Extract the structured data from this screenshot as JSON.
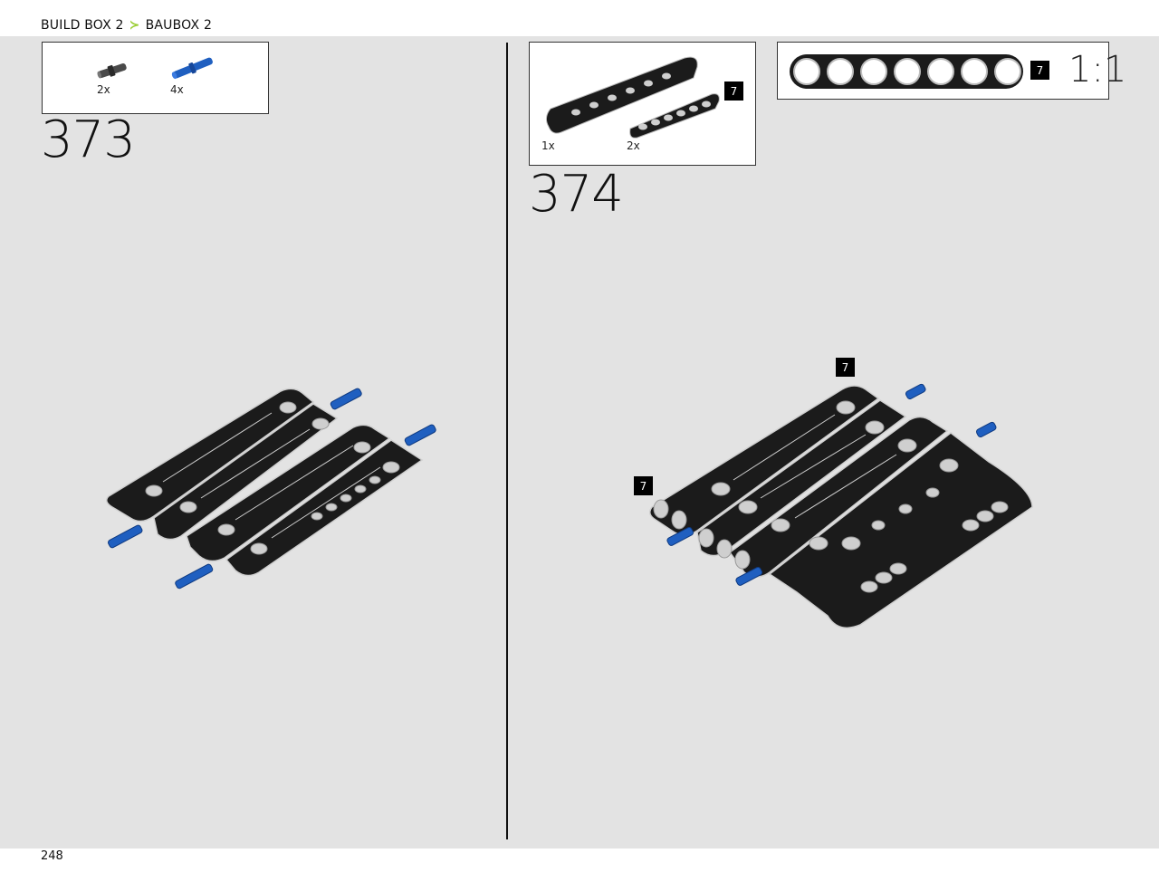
{
  "header": {
    "breadcrumb_left": "BUILD BOX 2",
    "breadcrumb_right": "BAUBOX 2"
  },
  "page_number": "248",
  "step_373": {
    "number": "373",
    "parts": [
      {
        "qty": "2x",
        "color": "#555555"
      },
      {
        "qty": "4x",
        "color": "#1f5fc0"
      }
    ]
  },
  "step_374": {
    "number": "374",
    "parts": [
      {
        "qty": "1x",
        "color": "#1a1a1a"
      },
      {
        "qty": "2x",
        "color": "#1a1a1a"
      }
    ],
    "part_tag": "7",
    "callouts": [
      "7",
      "7"
    ]
  },
  "scale_box": {
    "tag": "7",
    "ratio": "1:1"
  }
}
